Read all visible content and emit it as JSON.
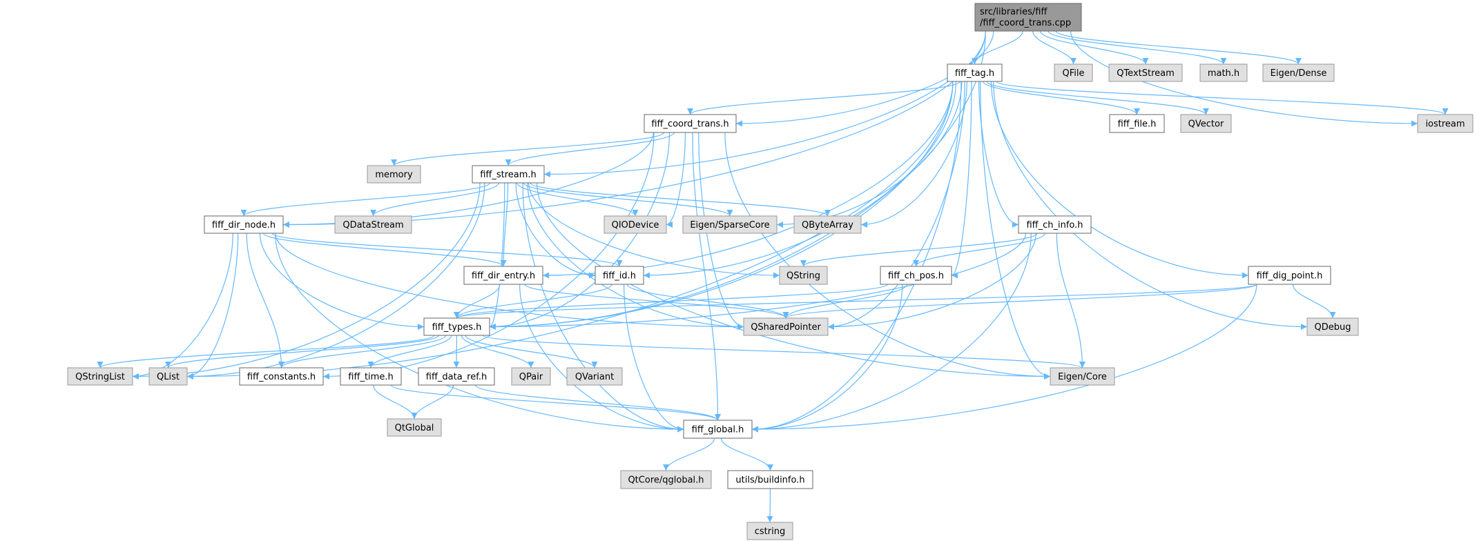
{
  "colors": {
    "edge": "#63b8ff",
    "root_fill": "#999999",
    "external_fill": "#e0e0e0",
    "internal_fill": "#ffffff"
  },
  "nodes": {
    "root": {
      "lines": [
        "src/libraries/fiff",
        "/fiff_coord_trans.cpp"
      ],
      "kind": "root"
    },
    "fiff_tag": {
      "label": "fiff_tag.h",
      "kind": "internal"
    },
    "QFile": {
      "label": "QFile",
      "kind": "external"
    },
    "QTextStream": {
      "label": "QTextStream",
      "kind": "external"
    },
    "math": {
      "label": "math.h",
      "kind": "external"
    },
    "EigenDense": {
      "label": "Eigen/Dense",
      "kind": "external"
    },
    "fiff_coord_trans": {
      "label": "fiff_coord_trans.h",
      "kind": "internal"
    },
    "fiff_file": {
      "label": "fiff_file.h",
      "kind": "internal"
    },
    "QVector": {
      "label": "QVector",
      "kind": "external"
    },
    "iostream": {
      "label": "iostream",
      "kind": "external"
    },
    "memory": {
      "label": "memory",
      "kind": "external"
    },
    "fiff_stream": {
      "label": "fiff_stream.h",
      "kind": "internal"
    },
    "fiff_dir_node": {
      "label": "fiff_dir_node.h",
      "kind": "internal"
    },
    "QDataStream": {
      "label": "QDataStream",
      "kind": "external"
    },
    "QIODevice": {
      "label": "QIODevice",
      "kind": "external"
    },
    "EigenSparseCore": {
      "label": "Eigen/SparseCore",
      "kind": "external"
    },
    "QByteArray": {
      "label": "QByteArray",
      "kind": "external"
    },
    "fiff_ch_info": {
      "label": "fiff_ch_info.h",
      "kind": "internal"
    },
    "fiff_dir_entry": {
      "label": "fiff_dir_entry.h",
      "kind": "internal"
    },
    "fiff_id": {
      "label": "fiff_id.h",
      "kind": "internal"
    },
    "QString": {
      "label": "QString",
      "kind": "external"
    },
    "fiff_ch_pos": {
      "label": "fiff_ch_pos.h",
      "kind": "internal"
    },
    "fiff_dig_point": {
      "label": "fiff_dig_point.h",
      "kind": "internal"
    },
    "fiff_types": {
      "label": "fiff_types.h",
      "kind": "internal"
    },
    "QSharedPointer": {
      "label": "QSharedPointer",
      "kind": "external"
    },
    "QDebug": {
      "label": "QDebug",
      "kind": "external"
    },
    "QStringList": {
      "label": "QStringList",
      "kind": "external"
    },
    "QList": {
      "label": "QList",
      "kind": "external"
    },
    "fiff_constants": {
      "label": "fiff_constants.h",
      "kind": "internal"
    },
    "fiff_time": {
      "label": "fiff_time.h",
      "kind": "internal"
    },
    "fiff_data_ref": {
      "label": "fiff_data_ref.h",
      "kind": "internal"
    },
    "QPair": {
      "label": "QPair",
      "kind": "external"
    },
    "QVariant": {
      "label": "QVariant",
      "kind": "external"
    },
    "EigenCore": {
      "label": "Eigen/Core",
      "kind": "external"
    },
    "QtGlobal": {
      "label": "QtGlobal",
      "kind": "external"
    },
    "fiff_global": {
      "label": "fiff_global.h",
      "kind": "internal"
    },
    "QtCoreQglobal": {
      "label": "QtCore/qglobal.h",
      "kind": "external"
    },
    "buildinfo": {
      "label": "utils/buildinfo.h",
      "kind": "internal"
    },
    "cstring": {
      "label": "cstring",
      "kind": "external"
    }
  },
  "edges": [
    [
      "root",
      "fiff_tag"
    ],
    [
      "root",
      "QFile"
    ],
    [
      "root",
      "QTextStream"
    ],
    [
      "root",
      "math"
    ],
    [
      "root",
      "EigenDense"
    ],
    [
      "root",
      "fiff_coord_trans"
    ],
    [
      "root",
      "fiff_stream"
    ],
    [
      "root",
      "fiff_dir_node"
    ],
    [
      "root",
      "iostream"
    ],
    [
      "root",
      "fiff_types"
    ],
    [
      "fiff_tag",
      "fiff_coord_trans"
    ],
    [
      "fiff_tag",
      "fiff_file"
    ],
    [
      "fiff_tag",
      "QVector"
    ],
    [
      "fiff_tag",
      "iostream"
    ],
    [
      "fiff_tag",
      "QDebug"
    ],
    [
      "fiff_tag",
      "fiff_global"
    ],
    [
      "fiff_tag",
      "EigenCore"
    ],
    [
      "fiff_tag",
      "fiff_dig_point"
    ],
    [
      "fiff_tag",
      "fiff_ch_info"
    ],
    [
      "fiff_tag",
      "fiff_ch_pos"
    ],
    [
      "fiff_tag",
      "QSharedPointer"
    ],
    [
      "fiff_tag",
      "fiff_id"
    ],
    [
      "fiff_tag",
      "fiff_dir_entry"
    ],
    [
      "fiff_tag",
      "EigenSparseCore"
    ],
    [
      "fiff_tag",
      "QByteArray"
    ],
    [
      "fiff_tag",
      "fiff_types"
    ],
    [
      "fiff_tag",
      "QList"
    ],
    [
      "fiff_coord_trans",
      "memory"
    ],
    [
      "fiff_coord_trans",
      "fiff_stream"
    ],
    [
      "fiff_coord_trans",
      "fiff_dir_node"
    ],
    [
      "fiff_coord_trans",
      "QIODevice"
    ],
    [
      "fiff_coord_trans",
      "QSharedPointer"
    ],
    [
      "fiff_coord_trans",
      "EigenCore"
    ],
    [
      "fiff_coord_trans",
      "fiff_global"
    ],
    [
      "fiff_coord_trans",
      "fiff_types"
    ],
    [
      "fiff_coord_trans",
      "fiff_constants"
    ],
    [
      "fiff_stream",
      "fiff_dir_node"
    ],
    [
      "fiff_stream",
      "QDataStream"
    ],
    [
      "fiff_stream",
      "QIODevice"
    ],
    [
      "fiff_stream",
      "EigenSparseCore"
    ],
    [
      "fiff_stream",
      "QByteArray"
    ],
    [
      "fiff_stream",
      "QString"
    ],
    [
      "fiff_stream",
      "fiff_id"
    ],
    [
      "fiff_stream",
      "fiff_dir_entry"
    ],
    [
      "fiff_stream",
      "QSharedPointer"
    ],
    [
      "fiff_stream",
      "fiff_types"
    ],
    [
      "fiff_stream",
      "fiff_global"
    ],
    [
      "fiff_stream",
      "EigenCore"
    ],
    [
      "fiff_stream",
      "QStringList"
    ],
    [
      "fiff_stream",
      "QList"
    ],
    [
      "fiff_dir_node",
      "fiff_dir_entry"
    ],
    [
      "fiff_dir_node",
      "fiff_id"
    ],
    [
      "fiff_dir_node",
      "QSharedPointer"
    ],
    [
      "fiff_dir_node",
      "fiff_types"
    ],
    [
      "fiff_dir_node",
      "fiff_constants"
    ],
    [
      "fiff_dir_node",
      "QList"
    ],
    [
      "fiff_dir_node",
      "QStringList"
    ],
    [
      "fiff_dir_node",
      "fiff_global"
    ],
    [
      "fiff_dir_entry",
      "fiff_types"
    ],
    [
      "fiff_dir_entry",
      "QSharedPointer"
    ],
    [
      "fiff_dir_entry",
      "fiff_global"
    ],
    [
      "fiff_id",
      "fiff_types"
    ],
    [
      "fiff_id",
      "QSharedPointer"
    ],
    [
      "fiff_id",
      "fiff_global"
    ],
    [
      "fiff_ch_info",
      "QString"
    ],
    [
      "fiff_ch_info",
      "fiff_ch_pos"
    ],
    [
      "fiff_ch_info",
      "fiff_types"
    ],
    [
      "fiff_ch_info",
      "QSharedPointer"
    ],
    [
      "fiff_ch_info",
      "EigenCore"
    ],
    [
      "fiff_ch_info",
      "fiff_global"
    ],
    [
      "fiff_ch_pos",
      "fiff_types"
    ],
    [
      "fiff_ch_pos",
      "QSharedPointer"
    ],
    [
      "fiff_ch_pos",
      "fiff_global"
    ],
    [
      "fiff_dig_point",
      "fiff_types"
    ],
    [
      "fiff_dig_point",
      "QSharedPointer"
    ],
    [
      "fiff_dig_point",
      "QDebug"
    ],
    [
      "fiff_dig_point",
      "fiff_global"
    ],
    [
      "fiff_types",
      "QStringList"
    ],
    [
      "fiff_types",
      "QList"
    ],
    [
      "fiff_types",
      "fiff_constants"
    ],
    [
      "fiff_types",
      "fiff_time"
    ],
    [
      "fiff_types",
      "fiff_data_ref"
    ],
    [
      "fiff_types",
      "QPair"
    ],
    [
      "fiff_types",
      "QVariant"
    ],
    [
      "fiff_types",
      "EigenCore"
    ],
    [
      "fiff_time",
      "QtGlobal"
    ],
    [
      "fiff_time",
      "fiff_global"
    ],
    [
      "fiff_data_ref",
      "QtGlobal"
    ],
    [
      "fiff_data_ref",
      "fiff_global"
    ],
    [
      "fiff_global",
      "QtCoreQglobal"
    ],
    [
      "fiff_global",
      "buildinfo"
    ],
    [
      "buildinfo",
      "cstring"
    ]
  ]
}
